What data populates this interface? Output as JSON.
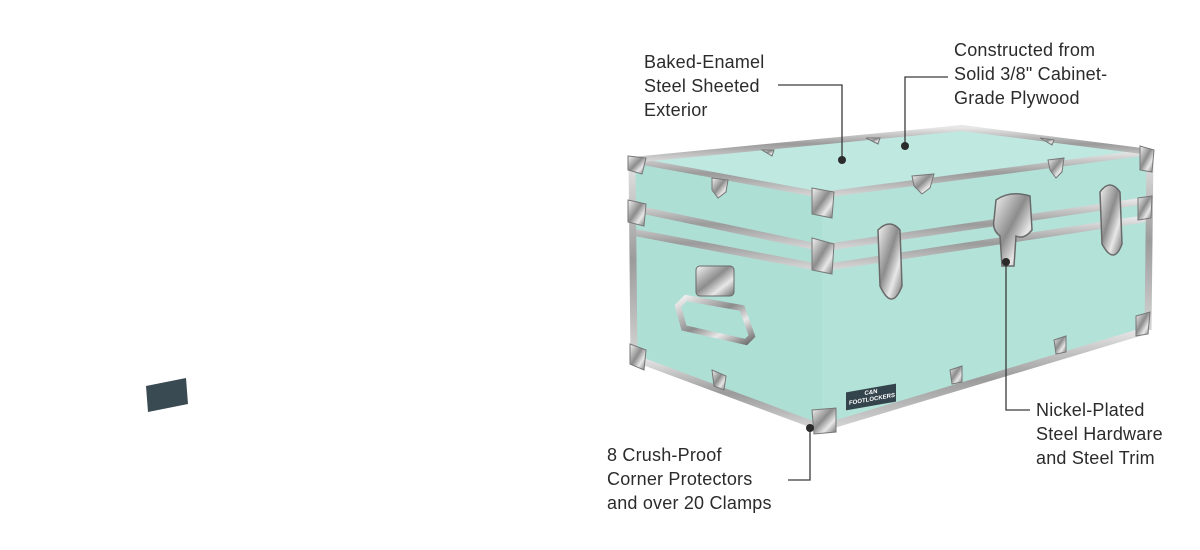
{
  "callouts": {
    "exterior": {
      "lines": [
        "Baked-Enamel",
        "Steel Sheeted",
        "Exterior"
      ]
    },
    "plywood": {
      "lines": [
        "Constructed from",
        "Solid 3/8\" Cabinet-",
        "Grade Plywood"
      ]
    },
    "hardware": {
      "lines": [
        "Nickel-Plated",
        "Steel Hardware",
        "and Steel Trim"
      ]
    },
    "corners": {
      "lines": [
        "8 Crush-Proof",
        "Corner Protectors",
        "and over 20 Clamps"
      ]
    }
  },
  "brand_badge": {
    "text": "C&N FOOTLOCKERS"
  },
  "colors": {
    "trunk_body": "#b5e3da",
    "trunk_top": "#bfe8e0",
    "trim": "#9a9a9a",
    "leader_line": "#3a3a3a"
  }
}
